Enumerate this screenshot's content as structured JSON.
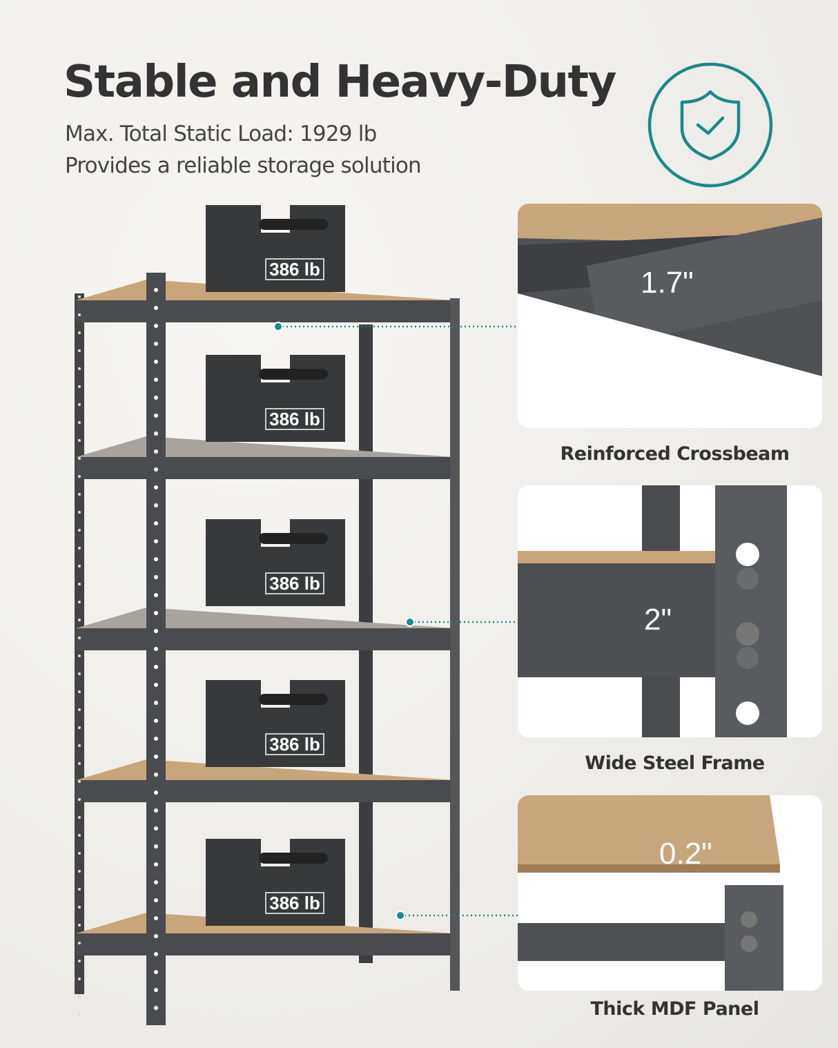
{
  "header": {
    "title": "Stable and Heavy-Duty",
    "subtitle_lines": [
      "Max. Total Static Load: 1929 lb",
      "Provides a reliable storage solution"
    ],
    "badge_icon": "shield-check-icon"
  },
  "colors": {
    "accent": "#1a8a8a",
    "steel": "#4a4b4e",
    "mdf": "#c8a67c",
    "text": "#333333"
  },
  "shelf": {
    "weights": [
      "386 lb",
      "386 lb",
      "386 lb",
      "386 lb",
      "386 lb"
    ]
  },
  "details": [
    {
      "caption": "Reinforced Crossbeam",
      "measurement": "1.7\""
    },
    {
      "caption": "Wide Steel Frame",
      "measurement": "2\""
    },
    {
      "caption": "Thick MDF Panel",
      "measurement": "0.2\""
    }
  ]
}
